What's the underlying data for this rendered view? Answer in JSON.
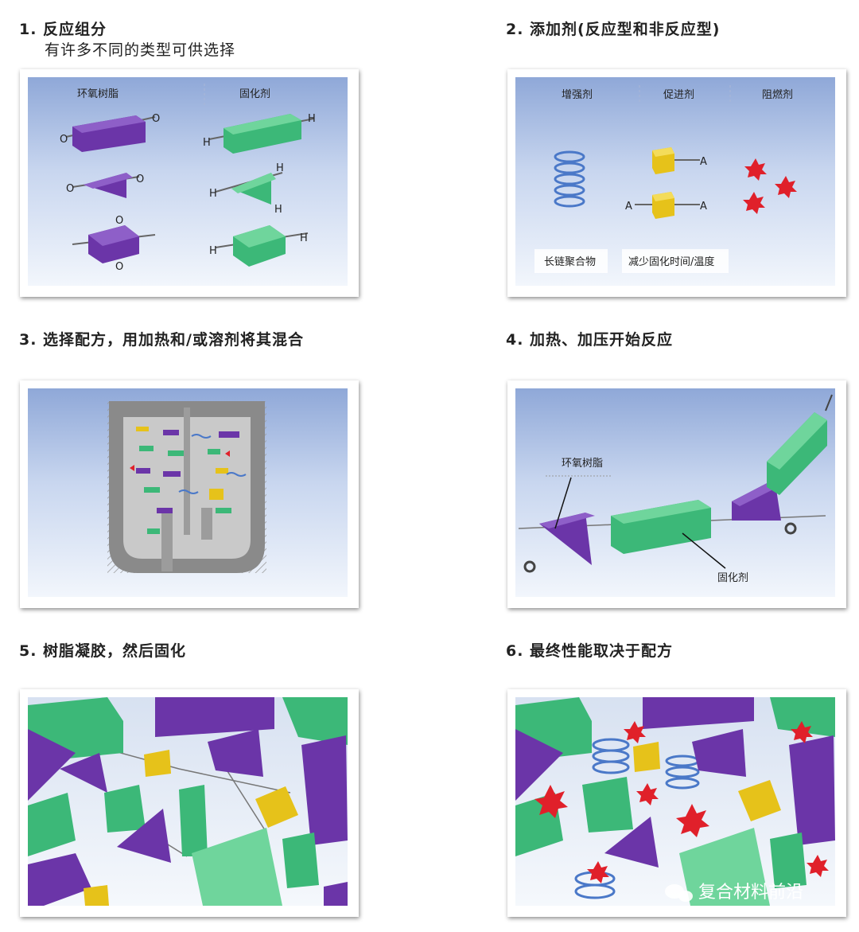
{
  "steps": [
    {
      "title": "1.  反应组分",
      "subtitle": "有许多不同的类型可供选择"
    },
    {
      "title": "2.  添加剂(反应型和非反应型)"
    },
    {
      "title": "3.  选择配方，用加热和/或溶剂将其混合"
    },
    {
      "title": "4.  加热、加压开始反应"
    },
    {
      "title": "5.  树脂凝胶，然后固化"
    },
    {
      "title": "6.  最终性能取决于配方"
    }
  ],
  "panel1": {
    "resin_label": "环氧树脂",
    "hardener_label": "固化剂",
    "resin_end": "O",
    "hardener_end": "H"
  },
  "panel2": {
    "col1": "增强剂",
    "col2": "促进剂",
    "col3": "阻燃剂",
    "note1": "长链聚合物",
    "note2": "减少固化时间/温度",
    "end_letter": "A"
  },
  "panel4": {
    "resin_label": "环氧树脂",
    "hardener_label": "固化剂"
  },
  "watermark": "复合材料前沿",
  "colors": {
    "resin": "#6b35a8",
    "hardener": "#3cb878",
    "accelerator": "#e6c21a",
    "retardant": "#e0202a",
    "reinforcement": "#4a78c8"
  }
}
